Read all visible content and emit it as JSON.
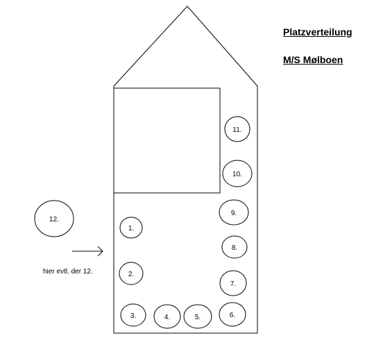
{
  "title": "Platzverteilung",
  "ship_name": "M/S Mølboen",
  "note": "hier evtl. der 12.",
  "colors": {
    "line": "#000000",
    "background": "#ffffff"
  },
  "seats": [
    {
      "id": "1",
      "label": "1."
    },
    {
      "id": "2",
      "label": "2."
    },
    {
      "id": "3",
      "label": "3."
    },
    {
      "id": "4",
      "label": "4."
    },
    {
      "id": "5",
      "label": "5."
    },
    {
      "id": "6",
      "label": "6."
    },
    {
      "id": "7",
      "label": "7."
    },
    {
      "id": "8",
      "label": "8."
    },
    {
      "id": "9",
      "label": "9."
    },
    {
      "id": "10",
      "label": "10."
    },
    {
      "id": "11",
      "label": "11."
    },
    {
      "id": "12",
      "label": "12."
    }
  ]
}
